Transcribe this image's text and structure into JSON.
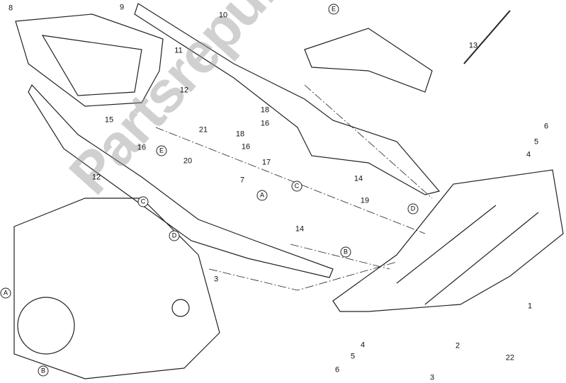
{
  "diagram": {
    "watermark": "Partsrepublik",
    "part_numbers": [
      {
        "id": "p8",
        "text": "8"
      },
      {
        "id": "p9",
        "text": "9"
      },
      {
        "id": "p10",
        "text": "10"
      },
      {
        "id": "p11",
        "text": "11"
      },
      {
        "id": "p12a",
        "text": "12"
      },
      {
        "id": "p15",
        "text": "15"
      },
      {
        "id": "p21",
        "text": "21"
      },
      {
        "id": "p16a",
        "text": "16"
      },
      {
        "id": "p20",
        "text": "20"
      },
      {
        "id": "p18a",
        "text": "18"
      },
      {
        "id": "p16b",
        "text": "16"
      },
      {
        "id": "p18b",
        "text": "18"
      },
      {
        "id": "p16c",
        "text": "16"
      },
      {
        "id": "p17",
        "text": "17"
      },
      {
        "id": "p12b",
        "text": "12"
      },
      {
        "id": "p7",
        "text": "7"
      },
      {
        "id": "p14a",
        "text": "14"
      },
      {
        "id": "p3a",
        "text": "3"
      },
      {
        "id": "p19",
        "text": "19"
      },
      {
        "id": "p14b",
        "text": "14"
      },
      {
        "id": "p13",
        "text": "13"
      },
      {
        "id": "p6a",
        "text": "6"
      },
      {
        "id": "p5a",
        "text": "5"
      },
      {
        "id": "p4a",
        "text": "4"
      },
      {
        "id": "p1",
        "text": "1"
      },
      {
        "id": "p4b",
        "text": "4"
      },
      {
        "id": "p5b",
        "text": "5"
      },
      {
        "id": "p6b",
        "text": "6"
      },
      {
        "id": "p2",
        "text": "2"
      },
      {
        "id": "p3b",
        "text": "3"
      },
      {
        "id": "p22",
        "text": "22"
      }
    ],
    "reference_letters": [
      {
        "id": "Etop",
        "text": "E"
      },
      {
        "id": "Emid",
        "text": "E"
      },
      {
        "id": "Cleft",
        "text": "C"
      },
      {
        "id": "Cmid",
        "text": "C"
      },
      {
        "id": "Aleft",
        "text": "A"
      },
      {
        "id": "Amid",
        "text": "A"
      },
      {
        "id": "Dleft",
        "text": "D"
      },
      {
        "id": "Dright",
        "text": "D"
      },
      {
        "id": "Bleft",
        "text": "B"
      },
      {
        "id": "Bmid",
        "text": "B"
      }
    ]
  }
}
